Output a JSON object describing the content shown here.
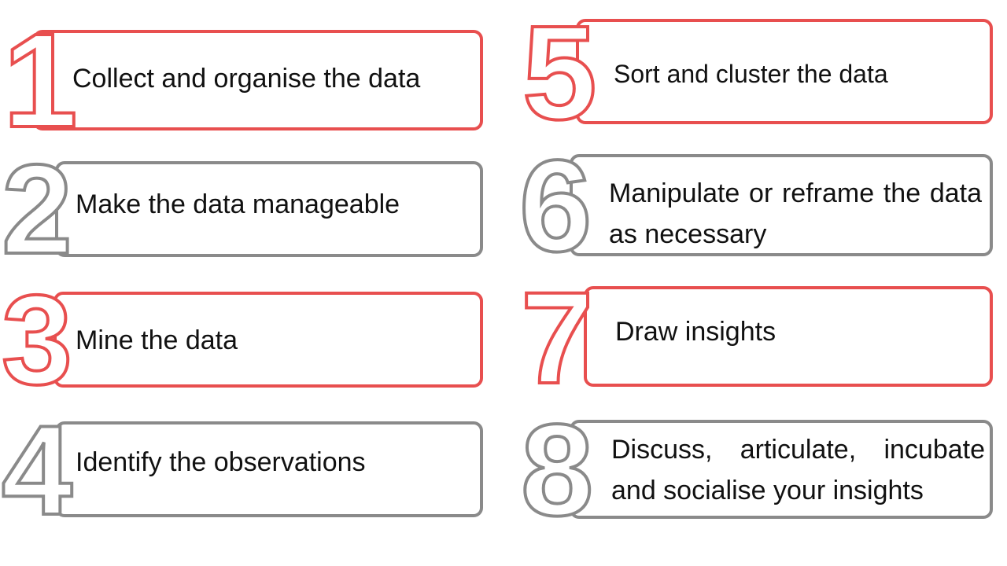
{
  "colors": {
    "red": "#e84f4f",
    "gray": "#8a8a8a",
    "text": "#111111"
  },
  "steps": [
    {
      "number": "1",
      "label": "Collect and organise the data",
      "color": "red"
    },
    {
      "number": "2",
      "label": "Make the data manageable",
      "color": "gray"
    },
    {
      "number": "3",
      "label": "Mine the data",
      "color": "red"
    },
    {
      "number": "4",
      "label": "Identify the observations",
      "color": "gray"
    },
    {
      "number": "5",
      "label": "Sort and cluster the data",
      "color": "red"
    },
    {
      "number": "6",
      "label": "Manipulate or reframe the data as necessary",
      "color": "gray"
    },
    {
      "number": "7",
      "label": "Draw insights",
      "color": "red"
    },
    {
      "number": "8",
      "label": "Discuss, articulate, incubate and socialise your insights",
      "color": "gray"
    }
  ]
}
